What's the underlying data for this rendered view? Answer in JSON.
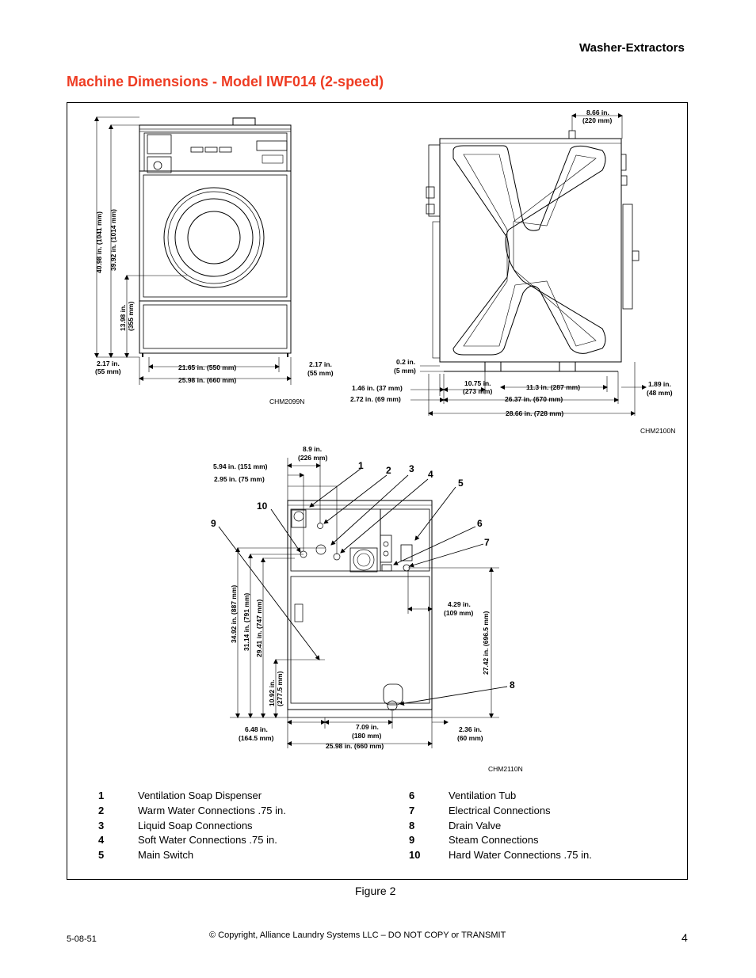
{
  "header": {
    "section_title": "Washer-Extractors"
  },
  "heading": "Machine Dimensions - Model IWF014 (2-speed)",
  "drawings": {
    "front": {
      "code": "CHM2099N",
      "dims": {
        "overall_height": "40.98 in. (1041 mm)",
        "body_height": "39.92 in. (1014 mm)",
        "lower_height_in": "13.98 in.",
        "lower_height_mm": "(355 mm)",
        "left_offset_in": "2.17 in.",
        "left_offset_mm": "(55 mm)",
        "inner_width": "21.65 in. (550 mm)",
        "right_offset_in": "2.17 in.",
        "right_offset_mm": "(55 mm)",
        "overall_width": "25.98 in. (660 mm)"
      }
    },
    "side": {
      "code": "CHM2100N",
      "dims": {
        "top_offset_in": "8.66 in.",
        "top_offset_mm": "(220 mm)",
        "base_gap_in": "0.2 in.",
        "base_gap_mm": "(5 mm)",
        "front_a": "1.46 in. (37 mm)",
        "front_b": "2.72 in. (69 mm)",
        "foot_in": "10.75 in.",
        "foot_mm": "(273 mm)",
        "foot_spacing": "11.3 in. (287 mm)",
        "rear_in": "1.89 in.",
        "rear_mm": "(48 mm)",
        "base_depth": "26.37 in. (670 mm)",
        "overall_depth": "28.66 in. (728 mm)"
      }
    },
    "rear": {
      "code": "CHM2110N",
      "dims": {
        "top_a_in": "8.9 in.",
        "top_a_mm": "(226 mm)",
        "top_b": "5.94 in. (151 mm)",
        "top_c": "2.95 in. (75 mm)",
        "h1": "34.92 in. (887 mm)",
        "h2": "31.14 in. (791 mm)",
        "h3": "29.41 in. (747 mm)",
        "h4_in": "10.92 in.",
        "h4_mm": "(277.5 mm)",
        "right_a_in": "4.29 in.",
        "right_a_mm": "(109 mm)",
        "right_h": "27.42 in. (696.5 mm)",
        "bottom_left_in": "6.48 in.",
        "bottom_left_mm": "(164.5 mm)",
        "bottom_mid_in": "7.09 in.",
        "bottom_mid_mm": "(180 mm)",
        "bottom_right_in": "2.36 in.",
        "bottom_right_mm": "(60 mm)",
        "bottom_width": "25.98 in. (660 mm)"
      },
      "callouts": [
        "1",
        "2",
        "3",
        "4",
        "5",
        "6",
        "7",
        "8",
        "9",
        "10"
      ]
    }
  },
  "legend": {
    "left": [
      {
        "num": "1",
        "label": "Ventilation Soap Dispenser"
      },
      {
        "num": "2",
        "label": "Warm Water Connections .75 in."
      },
      {
        "num": "3",
        "label": "Liquid Soap Connections"
      },
      {
        "num": "4",
        "label": "Soft Water Connections .75 in."
      },
      {
        "num": "5",
        "label": "Main Switch"
      }
    ],
    "right": [
      {
        "num": "6",
        "label": "Ventilation Tub"
      },
      {
        "num": "7",
        "label": "Electrical Connections"
      },
      {
        "num": "8",
        "label": "Drain Valve"
      },
      {
        "num": "9",
        "label": "Steam Connections"
      },
      {
        "num": "10",
        "label": "Hard Water Connections .75 in."
      }
    ]
  },
  "figure_caption": "Figure 2",
  "footer": {
    "doc_number": "5-08-51",
    "copyright": "© Copyright, Alliance Laundry Systems LLC – DO NOT COPY or TRANSMIT",
    "page_number": "4"
  }
}
